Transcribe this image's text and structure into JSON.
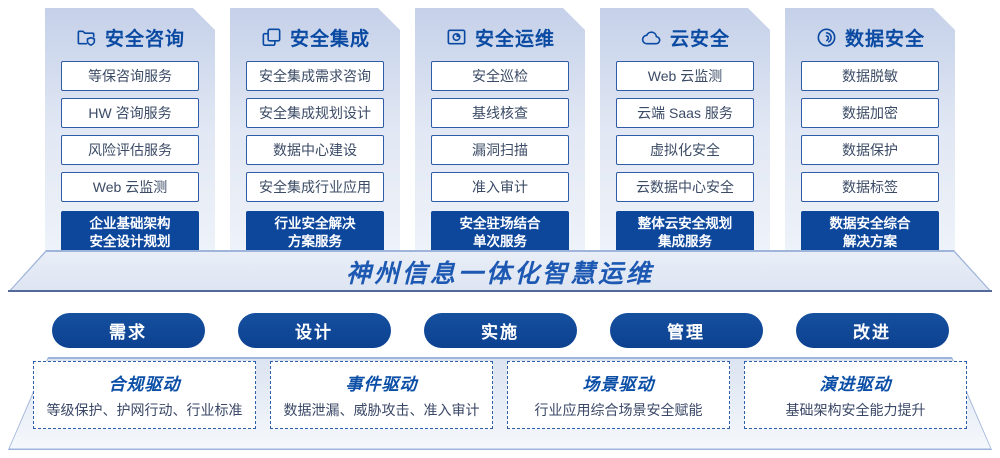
{
  "banner": {
    "title": "神州信息一体化智慧运维"
  },
  "columns": [
    {
      "icon": "folder-shield-icon",
      "title": "安全咨询",
      "items": [
        "等保咨询服务",
        "HW 咨询服务",
        "风险评估服务",
        "Web 云监测"
      ],
      "highlight": [
        "企业基础架构",
        "安全设计规划"
      ]
    },
    {
      "icon": "integration-copy-icon",
      "title": "安全集成",
      "items": [
        "安全集成需求咨询",
        "安全集成规划设计",
        "数据中心建设",
        "安全集成行业应用"
      ],
      "highlight": [
        "行业安全解决",
        "方案服务"
      ]
    },
    {
      "icon": "ops-monitor-icon",
      "title": "安全运维",
      "items": [
        "安全巡检",
        "基线核查",
        "漏洞扫描",
        "准入审计"
      ],
      "highlight": [
        "安全驻场结合",
        "单次服务"
      ]
    },
    {
      "icon": "cloud-icon",
      "title": "云安全",
      "items": [
        "Web 云监测",
        "云端 Saas 服务",
        "虚拟化安全",
        "云数据中心安全"
      ],
      "highlight": [
        "整体云安全规划",
        "集成服务"
      ]
    },
    {
      "icon": "fingerprint-icon",
      "title": "数据安全",
      "items": [
        "数据脱敏",
        "数据加密",
        "数据保护",
        "数据标签"
      ],
      "highlight": [
        "数据安全综合",
        "解决方案"
      ]
    }
  ],
  "process_pills": [
    "需求",
    "设计",
    "实施",
    "管理",
    "改进"
  ],
  "drivers": [
    {
      "title": "合规驱动",
      "desc": "等级保护、护网行动、行业标准"
    },
    {
      "title": "事件驱动",
      "desc": "数据泄漏、威胁攻击、准入审计"
    },
    {
      "title": "场景驱动",
      "desc": "行业应用综合场景安全赋能"
    },
    {
      "title": "演进驱动",
      "desc": "基础架构安全能力提升"
    }
  ],
  "colors": {
    "primary_dark_blue": "#0d479c",
    "title_blue": "#0b4aa2",
    "banner_text_blue": "#1d59b2",
    "item_border_blue": "#2e5ca6",
    "dashed_border_blue": "#2d5fa8",
    "item_text": "#3b4b66"
  }
}
